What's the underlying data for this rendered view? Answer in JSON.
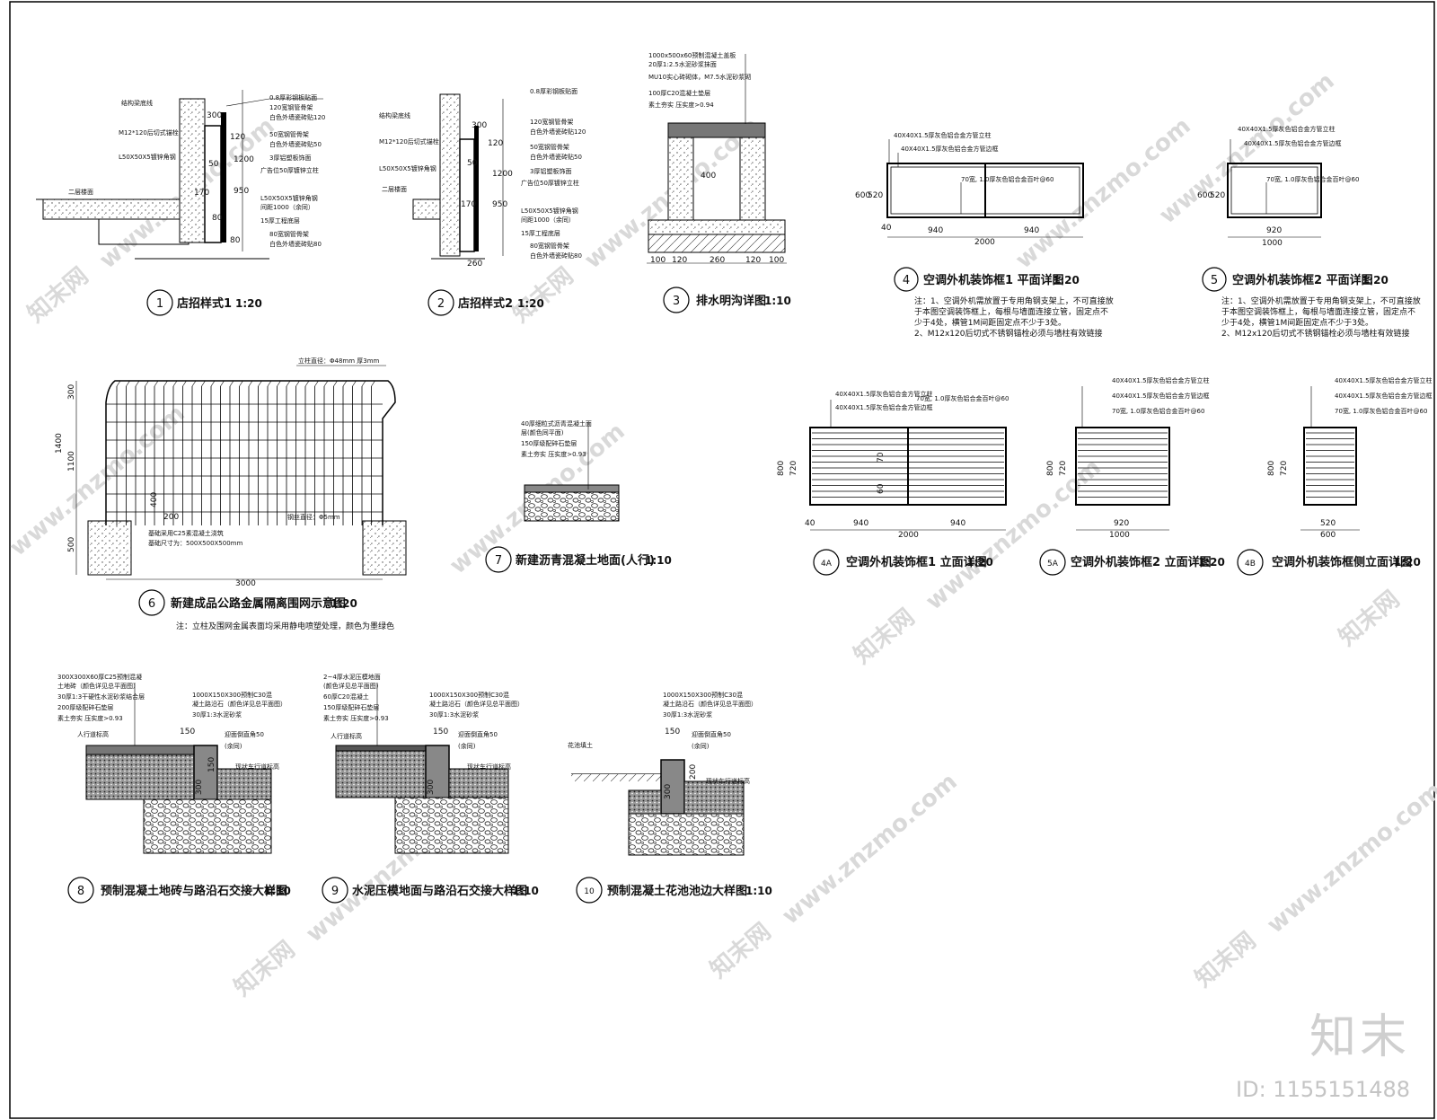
{
  "watermarks": {
    "site": "www.znzmo.com",
    "brand_cn": "知末网",
    "brand_big": "知末",
    "id_label": "ID: 1155151488"
  },
  "details": [
    {
      "num": "1",
      "title": "店招样式1",
      "scale": "1:20"
    },
    {
      "num": "2",
      "title": "店招样式2",
      "scale": "1:20"
    },
    {
      "num": "3",
      "title": "排水明沟详图",
      "scale": "1:10"
    },
    {
      "num": "4",
      "title": "空调外机装饰框1  平面详图",
      "scale": "1:20"
    },
    {
      "num": "5",
      "title": "空调外机装饰框2  平面详图",
      "scale": "1:20"
    },
    {
      "num": "6",
      "title": "新建成品公路金属隔离围网示意图",
      "scale": "1:20"
    },
    {
      "num": "7",
      "title": "新建沥青混凝土地面(人行)",
      "scale": "1:10"
    },
    {
      "num": "4A",
      "title": "空调外机装饰框1  立面详图",
      "scale": "1:20"
    },
    {
      "num": "5A",
      "title": "空调外机装饰框2  立面详图",
      "scale": "1:20"
    },
    {
      "num": "4B",
      "title": "空调外机装饰框侧立面详图",
      "scale": "1:20"
    },
    {
      "num": "8",
      "title": "预制混凝土地砖与路沿石交接大样图",
      "scale": "1:10"
    },
    {
      "num": "9",
      "title": "水泥压模地面与路沿石交接大样图",
      "scale": "1:10"
    },
    {
      "num": "10",
      "title": "预制混凝土花池池边大样图",
      "scale": "1:10"
    }
  ],
  "labels": {
    "d1_layers": [
      "0.8厚彩钢板贴面",
      "120宽钢管骨架",
      "白色外墙瓷砖贴120",
      "50宽钢管骨架",
      "白色外墙瓷砖贴50",
      "3厚铝塑板饰面",
      "广告位50厚镀锌立柱",
      "L50X50X5镀锌角钢",
      "间距1000（余同）",
      "15厚工程底层",
      "80宽钢管骨架",
      "白色外墙瓷砖贴80"
    ],
    "d1_left": [
      "结构梁底线",
      "M12*120后切式锚栓",
      "L50X50X5镀锌角钢",
      "二层楼面"
    ],
    "d1_dims": [
      "300",
      "120",
      "50",
      "170",
      "950",
      "1200",
      "80",
      "80"
    ],
    "d3_layers": [
      "1000x500x60预制混凝土盖板",
      "20厚1:2.5水泥砂浆抹面",
      "MU10实心砖砌体，M7.5水泥砂浆砌",
      "100厚C20混凝土垫层",
      "素土夯实 压实度>0.94"
    ],
    "d3_dims": [
      "400",
      "100",
      "120",
      "260",
      "120",
      "100"
    ],
    "d4_labels": [
      "40X40X1.5厚灰色铝合金方管立柱",
      "40X40X1.5厚灰色铝合金方管边框",
      "70宽, 1.0厚灰色铝合金百叶@60"
    ],
    "d4_dims": [
      "600",
      "520",
      "40",
      "940",
      "940",
      "2000"
    ],
    "d5_dims": [
      "600",
      "520",
      "920",
      "1000"
    ],
    "notes": [
      "注：1、空调外机需放置于专用角钢支架上，不可直接放",
      "于本图空调装饰框上，每根与墙面连接立管，固定点不",
      "少于4处，横管1M间距固定点不少于3处。",
      "2、M12x120后切式不锈钢锚栓必须与墙柱有效链接"
    ],
    "d6_labels": [
      "立柱直径：Φ48mm 厚3mm",
      "钢丝直径：Φ5mm",
      "基础采用C25素混凝土浇筑",
      "基础尺寸为：500X500X500mm"
    ],
    "d6_dims": [
      "300",
      "1100",
      "1400",
      "500",
      "400",
      "200",
      "3000"
    ],
    "d6_note": "注：立柱及围网金属表面均采用静电喷塑处理，颜色为墨绿色",
    "d7_layers": [
      "40厚细粒式沥青混凝土面",
      "层(颜色同平面)",
      "150厚级配碎石垫层",
      "素土夯实  压实度>0.93"
    ],
    "d4a_dims": [
      "800",
      "720",
      "40",
      "940",
      "940",
      "2000",
      "70",
      "60"
    ],
    "d5a_dims": [
      "800",
      "720",
      "920",
      "1000"
    ],
    "d4b_dims": [
      "800",
      "720",
      "520",
      "600"
    ],
    "d8_layers": [
      "300X300X60厚C25预制混凝",
      "土地砖（颜色详见总平面图）",
      "30厚1:3干硬性水泥砂浆结合层",
      "200厚级配碎石垫层",
      "素土夯实  压实度>0.93"
    ],
    "curb_layers": [
      "1000X150X300预制C30混",
      "凝土路沿石（颜色详见总平面图）",
      "30厚1:3水泥砂浆"
    ],
    "curb_common": [
      "人行道标高",
      "迎面倒直角50",
      "(余同)",
      "现状车行道标高"
    ],
    "d9_layers": [
      "2~4厚水泥压模地面",
      "(颜色详见总平面图)",
      "60厚C20混凝土",
      "150厚级配碎石垫层",
      "素土夯实  压实度>0.93"
    ],
    "d10_labels": [
      "花池填土"
    ],
    "curb_dims": [
      "150",
      "300",
      "150",
      "200"
    ]
  }
}
